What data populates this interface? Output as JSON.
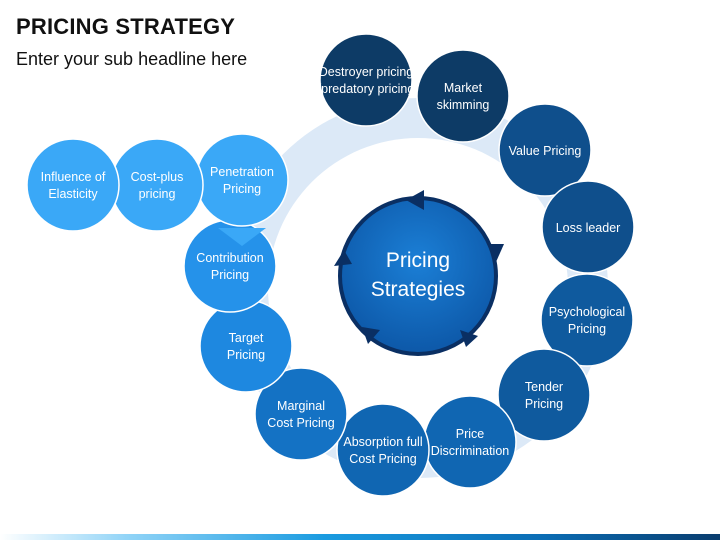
{
  "header": {
    "title": "PRICING STRATEGY",
    "subtitle": "Enter your sub headline here"
  },
  "center": {
    "line1": "Pricing",
    "line2": "Strategies"
  },
  "nodes": [
    {
      "line1": "Destroyer pricing",
      "line2": "/predatory pricing",
      "color": "#0d3b66"
    },
    {
      "line1": "Market",
      "line2": "skimming",
      "color": "#0d3b66"
    },
    {
      "line1": "Value Pricing",
      "line2": "",
      "color": "#0f4f8c"
    },
    {
      "line1": "Loss leader",
      "line2": "",
      "color": "#0f4f8c"
    },
    {
      "line1": "Psychological",
      "line2": "Pricing",
      "color": "#0f5a9e"
    },
    {
      "line1": "Tender",
      "line2": "Pricing",
      "color": "#0f5a9e"
    },
    {
      "line1": "Price",
      "line2": "Discrimination",
      "color": "#1066b2"
    },
    {
      "line1": "Absorption full",
      "line2": "Cost  Pricing",
      "color": "#1066b2"
    },
    {
      "line1": "Marginal",
      "line2": "Cost  Pricing",
      "color": "#1472c4"
    },
    {
      "line1": "Target",
      "line2": "Pricing",
      "color": "#1e88e0"
    },
    {
      "line1": "Contribution",
      "line2": "Pricing",
      "color": "#2592ea"
    },
    {
      "line1": "Penetration",
      "line2": "Pricing",
      "color": "#3aa8f7"
    },
    {
      "line1": "Cost-plus",
      "line2": "pricing",
      "color": "#3aa8f7"
    },
    {
      "line1": "Influence of",
      "line2": "Elasticity",
      "color": "#3aa8f7"
    }
  ]
}
